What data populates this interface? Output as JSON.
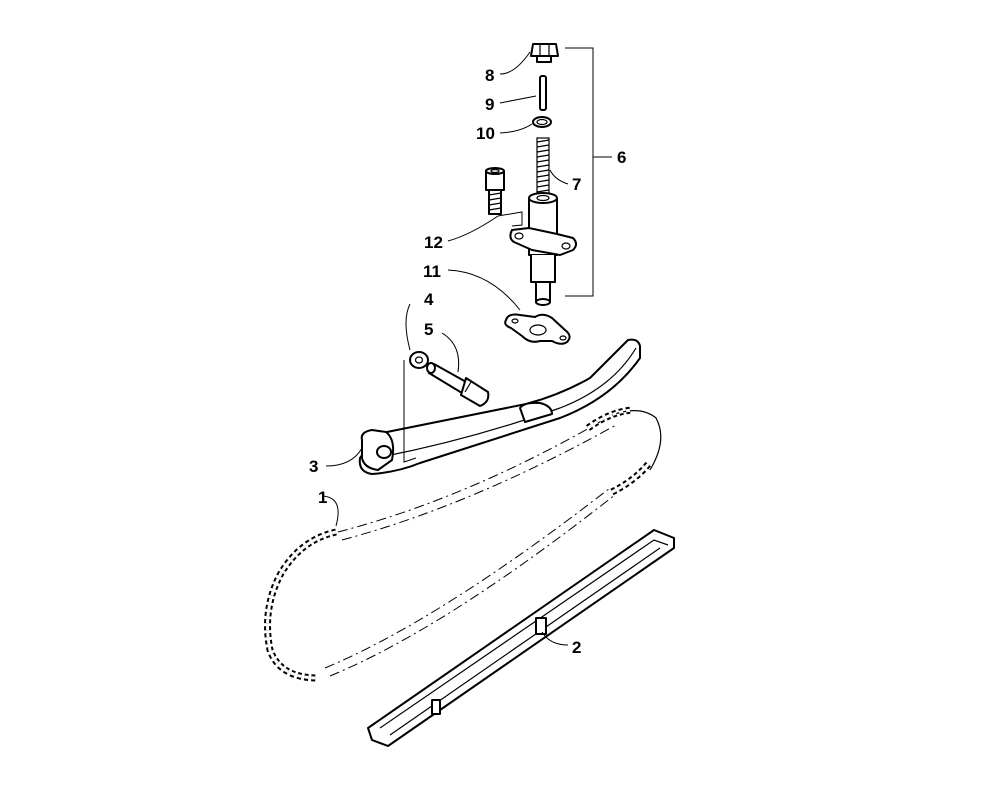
{
  "callouts": [
    {
      "id": "c1",
      "text": "1"
    },
    {
      "id": "c2",
      "text": "2"
    },
    {
      "id": "c3",
      "text": "3"
    },
    {
      "id": "c4",
      "text": "4"
    },
    {
      "id": "c5",
      "text": "5"
    },
    {
      "id": "c6",
      "text": "6"
    },
    {
      "id": "c7",
      "text": "7"
    },
    {
      "id": "c8",
      "text": "8"
    },
    {
      "id": "c9",
      "text": "9"
    },
    {
      "id": "c10",
      "text": "10"
    },
    {
      "id": "c11",
      "text": "11"
    },
    {
      "id": "c12",
      "text": "12"
    }
  ]
}
